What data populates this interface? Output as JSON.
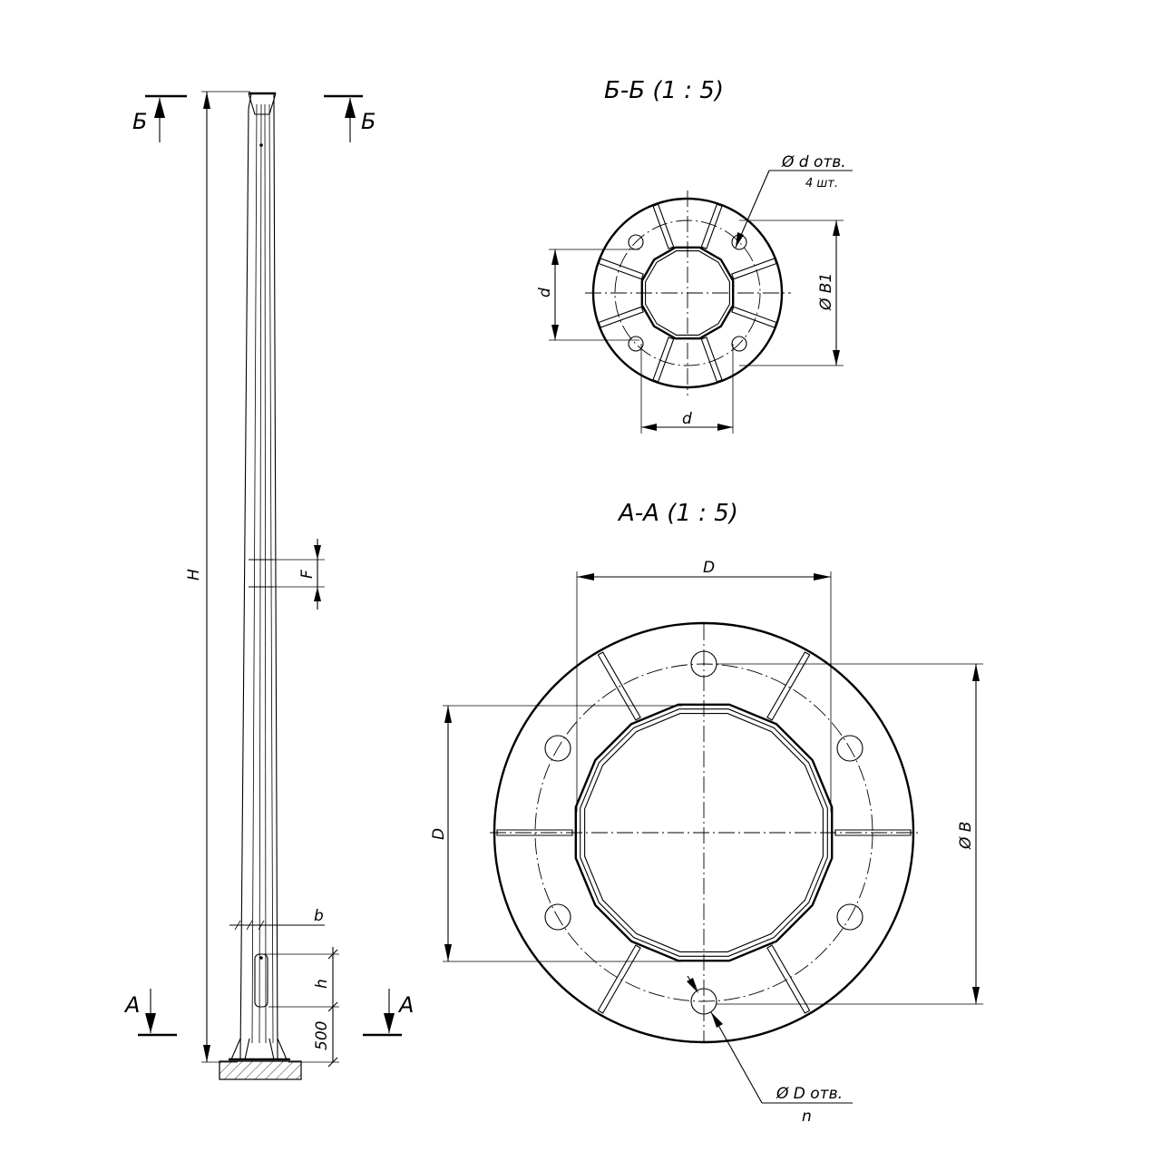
{
  "pole": {
    "section_bb_label": "Б",
    "section_aa_label": "A",
    "dim_height": "H",
    "dim_flange_joint": "F",
    "dim_b": "b",
    "dim_hatch": "h",
    "dim_500": "500"
  },
  "section_bb": {
    "title": "Б-Б (1 : 5)",
    "hole_label": "Ø d отв.",
    "hole_count": "4 шт.",
    "dim_d_vertical": "d",
    "dim_d_horizontal": "d",
    "dim_diameter": "Ø B1"
  },
  "section_aa": {
    "title": "A-A (1 : 5)",
    "dim_d_top": "D",
    "dim_d_left": "D",
    "dim_diameter": "Ø B",
    "hole_label": "Ø D отв.",
    "hole_count": "n"
  }
}
